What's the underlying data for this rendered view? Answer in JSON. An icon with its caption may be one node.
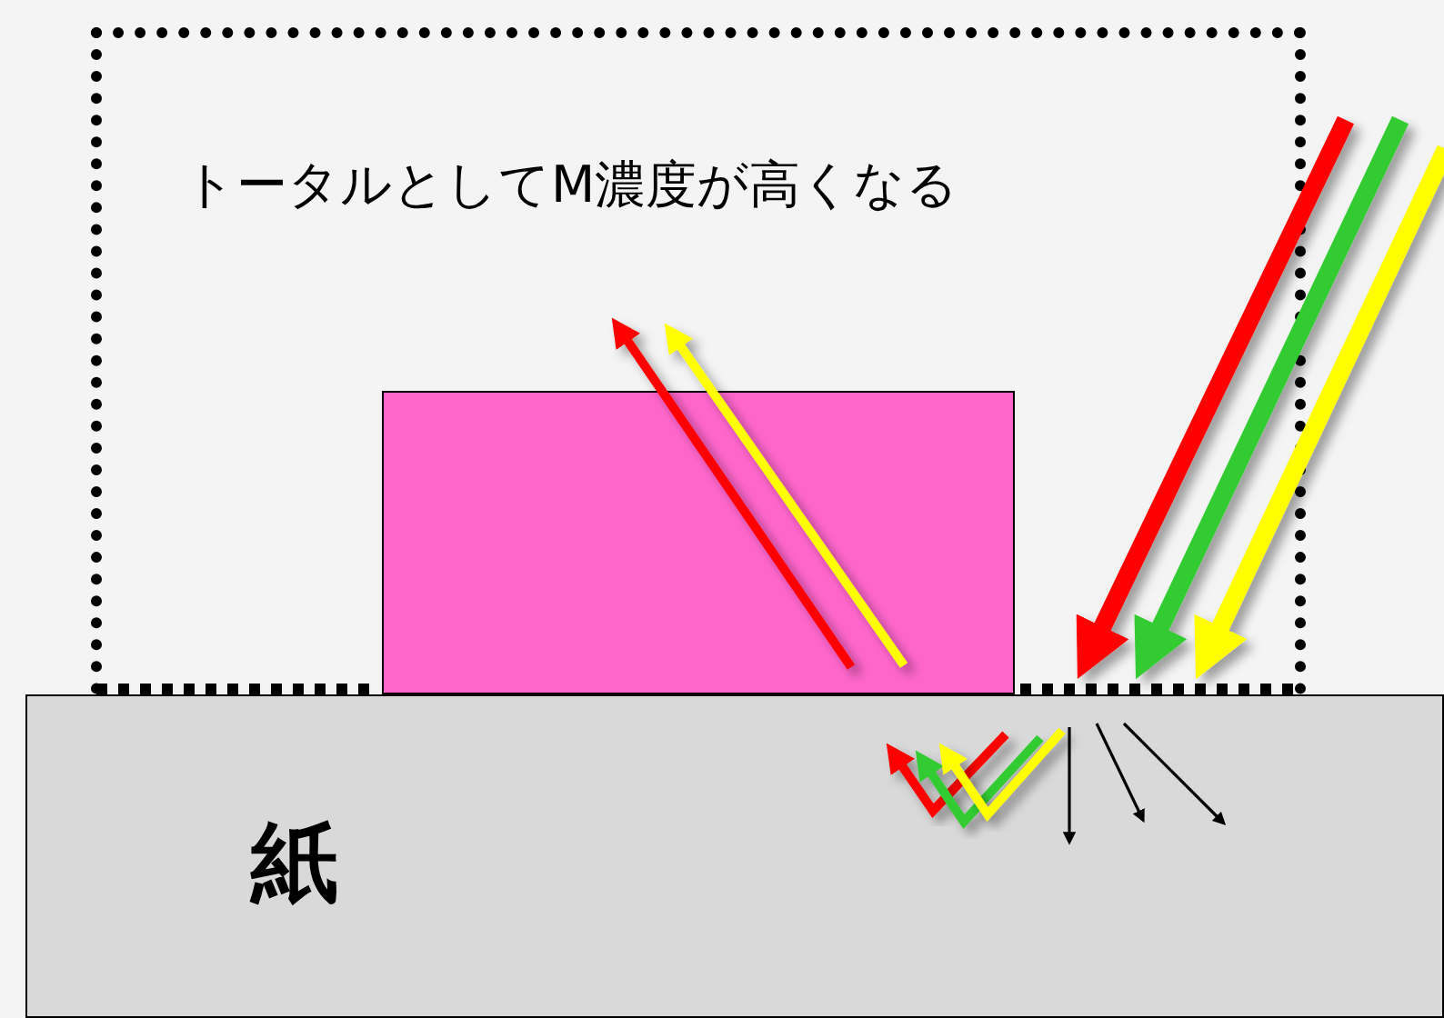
{
  "diagram": {
    "nodes": [
      {
        "text": [
          "トータルとしてM濃度が高くなる"
        ]
      },
      {
        "text": [],
        "shape": "box",
        "in": 0
      },
      {
        "text": [
          "紙"
        ]
      }
    ]
  }
}
